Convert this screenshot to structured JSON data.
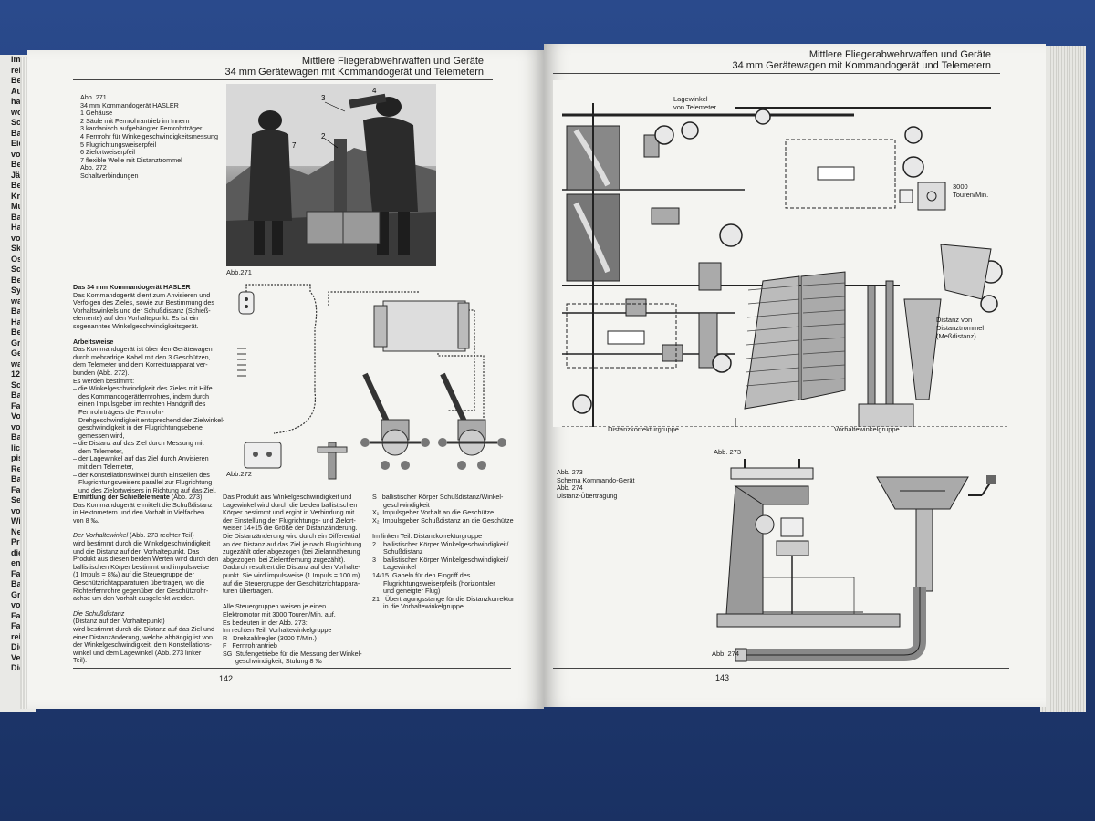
{
  "left": {
    "header_line1": "Mittlere Fliegerabwehrwaffen und Geräte",
    "header_line2": "34 mm Gerätewagen mit Kommandogerät und Telemetern",
    "captions": [
      "Abb. 271",
      "34 mm Kommandogerät HASLER",
      "1 Gehäuse",
      "2 Säule mit Fernrohrantrieb im Innern",
      "3 kardanisch aufgehängter Fernrohrträger",
      "4 Fernrohr für Winkelgeschwindigkeitsmessung",
      "5 Flugrichtungsweiserpfeil",
      "6 Zielortweiserpfeil",
      "7 flexible Welle mit Distanztrommel",
      "Abb. 272",
      "Schaltverbindungen"
    ],
    "photo_caption": "Abb.271",
    "diagram_caption": "Abb.272",
    "intro_title": "Das 34 mm Kommandogerät HASLER",
    "intro_lines": [
      "Das Kommandogerät dient zum Anvisieren und",
      "Verfolgen des Zieles, sowie zur Bestimmung des",
      "Vorhaltswinkels und der Schußdistanz (Schieß-",
      "elemente) auf den Vorhaltepunkt. Es ist ein",
      "sogenanntes Winkelgeschwindigkeitsgerät."
    ],
    "arbeit_title": "Arbeitsweise",
    "arbeit_lines": [
      "Das Kommandogerät ist über den Gerätewagen",
      "durch mehradrige Kabel mit den 3 Geschützen,",
      "dem Telemeter und dem Korrekturapparat ver-",
      "bunden (Abb. 272).",
      "Es werden bestimmt:",
      "– die Winkelgeschwindigkeit des Zieles mit Hilfe",
      "   des Kommandogerätfernrohres, indem durch",
      "   einen Impulsgeber im rechten Handgriff des",
      "   Fernrohrträgers die Fernrohr-",
      "   Drehgeschwindigkeit entsprechend der Zielwinkel-",
      "   geschwindigkeit in der Flugrichtungsebene",
      "   gemessen wird,",
      "– die Distanz auf das Ziel durch Messung mit",
      "   dem Telemeter,",
      "– der Lagewinkel auf das Ziel durch Anvisieren",
      "   mit dem Telemeter,",
      "– der Konstellationswinkel durch Einstellen des",
      "   Flugrichtungsweisers parallel zur Flugrichtung",
      "   und des Zielortweisers in Richtung auf das Ziel."
    ],
    "col1_title": "Ermittlung der Schießelemente",
    "col1_title_suffix": " (Abb. 273)",
    "col1_lines_a": [
      "Das Kommandogerät ermittelt die Schußdistanz",
      "in Hektometern und den Vorhalt in Vielfachen",
      "von 8 ‰."
    ],
    "col1_sub1": "Der Vorhaltewinkel",
    "col1_sub1_suffix": " (Abb. 273 rechter Teil)",
    "col1_lines_b": [
      "wird bestimmt durch die Winkelgeschwindigkeit",
      "und die Distanz auf den Vorhaltepunkt. Das",
      "Produkt aus diesen beiden Werten wird durch den",
      "ballistischen Körper bestimmt und impulsweise",
      "(1 Impuls = 8‰) auf die Steuergruppe der",
      "Geschützrichtapparaturen übertragen, wo die",
      "Richterfernrohre gegenüber der Geschützrohr-",
      "achse um den Vorhalt ausgelenkt werden."
    ],
    "col1_sub2": "Die Schußdistanz",
    "col1_lines_c": [
      "(Distanz auf den Vorhaltepunkt)",
      "wird bestimmt durch die Distanz auf das Ziel und",
      "einer Distanzänderung, welche abhängig ist von",
      "der Winkelgeschwindigkeit, dem Konstellations-",
      "winkel und dem Lagewinkel (Abb. 273 linker",
      "Teil)."
    ],
    "col2_lines": [
      "Das Produkt aus Winkelgeschwindigkeit und",
      "Lagewinkel wird durch die beiden ballistischen",
      "Körper bestimmt und ergibt in Verbindung mit",
      "der Einstellung der Flugrichtungs- und Zielort-",
      "weiser 14+15 die Größe der Distanzänderung.",
      "Die Distanzänderung wird durch ein Differential",
      "an der Distanz auf das Ziel je nach Flugrichtung",
      "zugezählt oder abgezogen (bei Zielannäherung",
      "abgezogen, bei Zielentfernung zugezählt).",
      "Dadurch resultiert die Distanz auf den Vorhalte-",
      "punkt. Sie wird impulsweise (1 Impuls = 100 m)",
      "auf die Steuergruppe der Geschützrichtappara-",
      "turen übertragen.",
      "",
      "Alle Steuergruppen weisen je einen",
      "Elektromotor mit 3000 Touren/Min. auf.",
      "Es bedeuten in der Abb. 273:",
      "Im rechten Teil: Vorhaltewinkelgruppe",
      "R   Drehzahlregler (3000 T/Min.)",
      "F   Fernrohrantrieb",
      "SG  Stufengetriebe für die Messung der Winkel-",
      "       geschwindigkeit, Stufung 8 ‰"
    ],
    "col3_lines": [
      "S   ballistischer Körper Schußdistanz/Winkel-",
      "      geschwindigkeit",
      "X₁  Impulsgeber Vorhalt an die Geschütze",
      "X₂  Impulsgeber Schußdistanz an die Geschütze",
      "",
      "Im linken Teil: Distanzkorrekturgruppe",
      "2    ballistischer Körper Winkelgeschwindigkeit/",
      "      Schußdistanz",
      "3    ballistischer Körper Winkelgeschwindigkeit/",
      "      Lagewinkel",
      "14/15  Gabeln für den Eingriff des",
      "      Flugrichtungsweiserpfeils (horizontaler",
      "      und geneigter Flug)",
      "21   Übertragungsstange für die Distanzkorrektur",
      "      in die Vorhaltewinkelgruppe"
    ],
    "page_number": "142"
  },
  "right": {
    "header_line1": "Mittlere Fliegerabwehrwaffen und Geräte",
    "header_line2": "34 mm Gerätewagen mit Kommandogerät und Telemetern",
    "label_lagewinkel": "Lagewinkel\nvon Telemeter",
    "label_touren": "3000\nTouren/Min.",
    "label_distanz": "Distanz von\nDistanztrommel\n(Meßdistanz)",
    "label_korrektur": "Distanzkorrekturgruppe",
    "label_vorhalt": "Vorhaltewinkelgruppe",
    "label_abb273": "Abb. 273",
    "captions": [
      "Abb. 273",
      "Schema Kommando-Gerät",
      "Abb. 274",
      "Distanz-Übertragung"
    ],
    "label_abb274": "Abb. 274",
    "page_number": "143"
  },
  "back_page_lines": [
    "Im",
    "rei",
    "Bes",
    "Au",
    "hat",
    "wo",
    "Sc",
    "Ba",
    "Eid",
    "vor",
    "Ber",
    "Jäg",
    "Bes",
    "Kra",
    "Mu",
    "Ba",
    "Ha",
    "vor",
    "Ski",
    "Os",
    "Sch",
    "Bes",
    "Sys",
    "wat",
    "Ba",
    "Ha",
    "Bes",
    "Gra",
    "Gev",
    "wat",
    "12",
    "Sch",
    "Ba",
    "Fau",
    "Vo",
    "vor",
    "Bai",
    "lich",
    "pist",
    "Rev",
    "Ba",
    "Fau",
    "Sel",
    "vor",
    "Wie",
    "Nei",
    "Pro",
    "die",
    "ent",
    "Fau",
    "Ba",
    "Gri",
    "vor",
    "Fah",
    "Fas",
    "reic",
    "Die",
    "Ver",
    "Die"
  ],
  "colors": {
    "cloth": "#24407a",
    "paper": "#f4f4f1",
    "ink": "#1a1a1a"
  }
}
